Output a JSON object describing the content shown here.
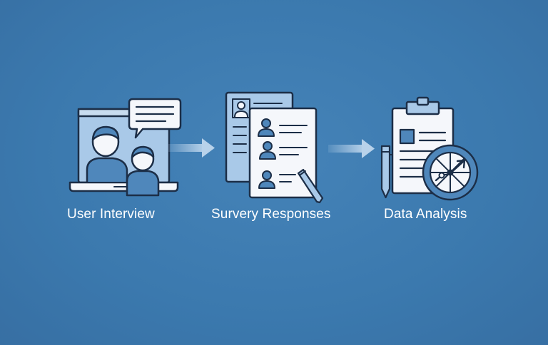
{
  "steps": [
    {
      "label": "User Interview",
      "icon": "video-interview-icon"
    },
    {
      "label": "Survery Responses",
      "icon": "survey-forms-icon"
    },
    {
      "label": "Data Analysis",
      "icon": "clipboard-analysis-icon"
    }
  ],
  "connectors": [
    "arrow-right-icon",
    "arrow-right-icon"
  ],
  "colors": {
    "background": "#3d7bb0",
    "outline": "#1c2e47",
    "paper": "#f5f7fb",
    "fill_light": "#a9c9e8",
    "fill_mid": "#4f87bb",
    "arrow": "#b8d2ea",
    "text": "#ffffff"
  }
}
